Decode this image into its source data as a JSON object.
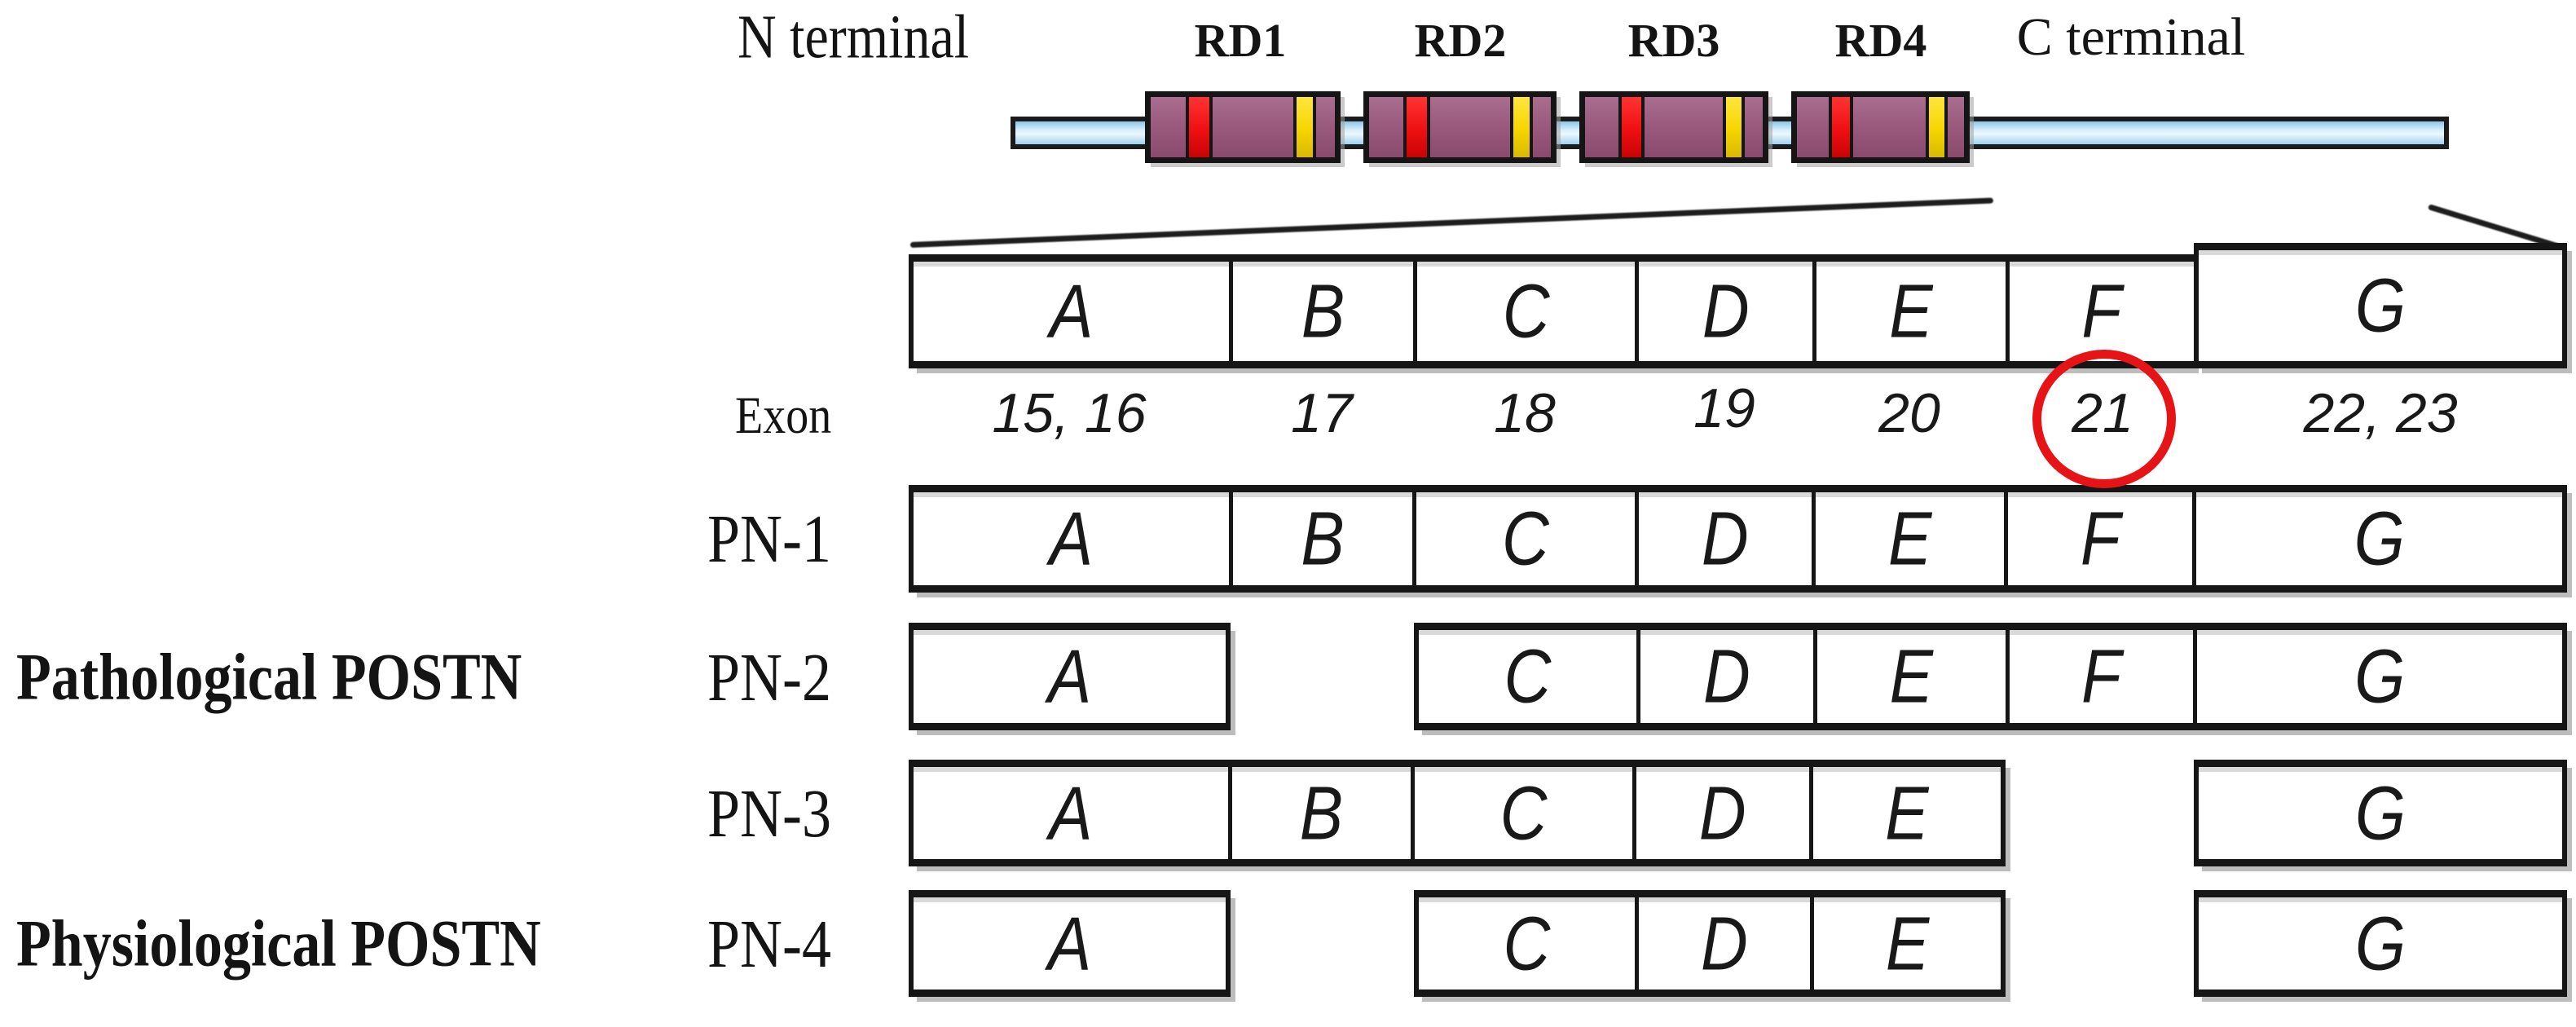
{
  "figure": {
    "protein": {
      "n_terminal": "N terminal",
      "c_terminal": "C terminal",
      "domains": [
        "RD1",
        "RD2",
        "RD3",
        "RD4"
      ],
      "colors": {
        "backbone_blue": "#a9d7ef",
        "domain_purple": "#9a5b7e",
        "stripe_red": "#ee1012",
        "stripe_yellow": "#f6d500",
        "outline_black": "#161616"
      }
    },
    "exon_row": {
      "label": "Exon",
      "values": [
        "15, 16",
        "17",
        "18",
        "19",
        "20",
        "21",
        "22, 23"
      ],
      "circled_value": "21",
      "circle_color": "#e61417"
    },
    "header": {
      "cells": [
        "A",
        "B",
        "C",
        "D",
        "E",
        "F",
        "G"
      ]
    },
    "isoforms": [
      {
        "name": "PN-1",
        "segments": [
          [
            "A",
            "B",
            "C",
            "D",
            "E",
            "F",
            "G"
          ]
        ]
      },
      {
        "name": "PN-2",
        "segments": [
          [
            "A"
          ],
          [
            "C",
            "D",
            "E",
            "F",
            "G"
          ]
        ]
      },
      {
        "name": "PN-3",
        "segments": [
          [
            "A",
            "B",
            "C",
            "D",
            "E"
          ],
          [
            "G"
          ]
        ]
      },
      {
        "name": "PN-4",
        "segments": [
          [
            "A"
          ],
          [
            "C",
            "D",
            "E"
          ],
          [
            "G"
          ]
        ]
      }
    ],
    "groups": {
      "pathological": "Pathological POSTN",
      "physiological": "Physiological POSTN"
    }
  }
}
